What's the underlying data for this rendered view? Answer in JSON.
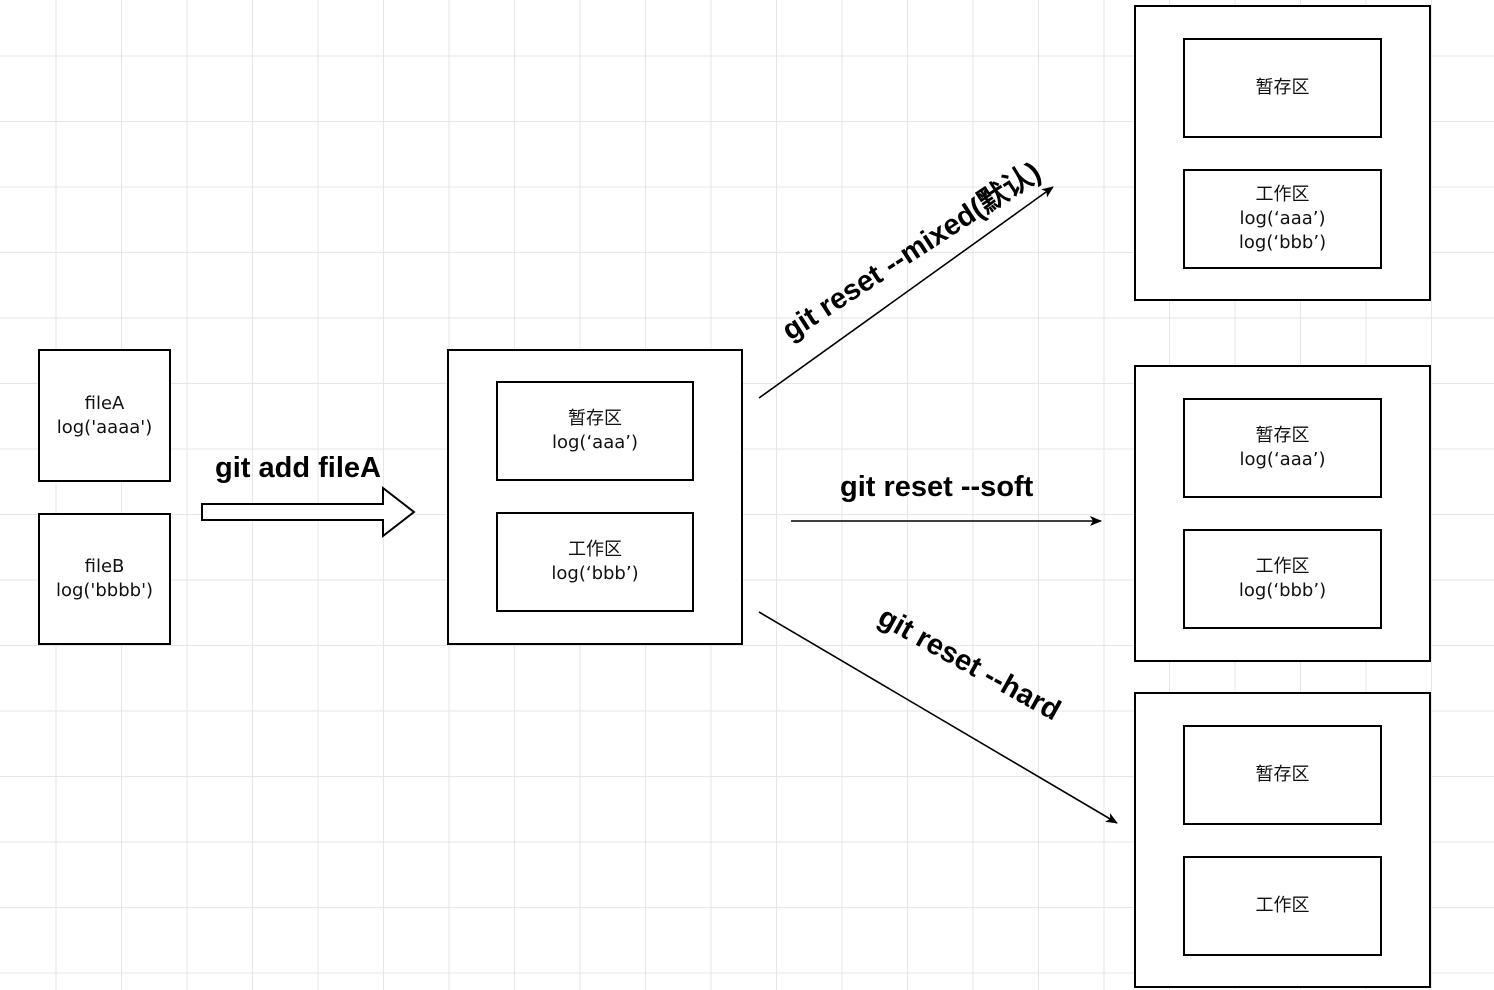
{
  "diagram": {
    "files": {
      "fileA": {
        "lines": [
          "fileA",
          "log('aaaa')"
        ]
      },
      "fileB": {
        "lines": [
          "fileB",
          "log('bbbb')"
        ]
      }
    },
    "center": {
      "staging": {
        "lines": [
          "暂存区",
          "log(‘aaa’)"
        ]
      },
      "working": {
        "lines": [
          "工作区",
          "log(‘bbb’)"
        ]
      }
    },
    "mixed_result": {
      "staging": {
        "lines": [
          "暂存区"
        ]
      },
      "working": {
        "lines": [
          "工作区",
          "log(‘aaa’)",
          "log(‘bbb’)"
        ]
      }
    },
    "soft_result": {
      "staging": {
        "lines": [
          "暂存区",
          "log(‘aaa’)"
        ]
      },
      "working": {
        "lines": [
          "工作区",
          "log(‘bbb’)"
        ]
      }
    },
    "hard_result": {
      "staging": {
        "lines": [
          "暂存区"
        ]
      },
      "working": {
        "lines": [
          "工作区"
        ]
      }
    },
    "edges": {
      "add": "git add fileA",
      "mixed": "git reset --mixed(默认)",
      "soft": "git reset --soft",
      "hard": "git reset --hard"
    }
  }
}
